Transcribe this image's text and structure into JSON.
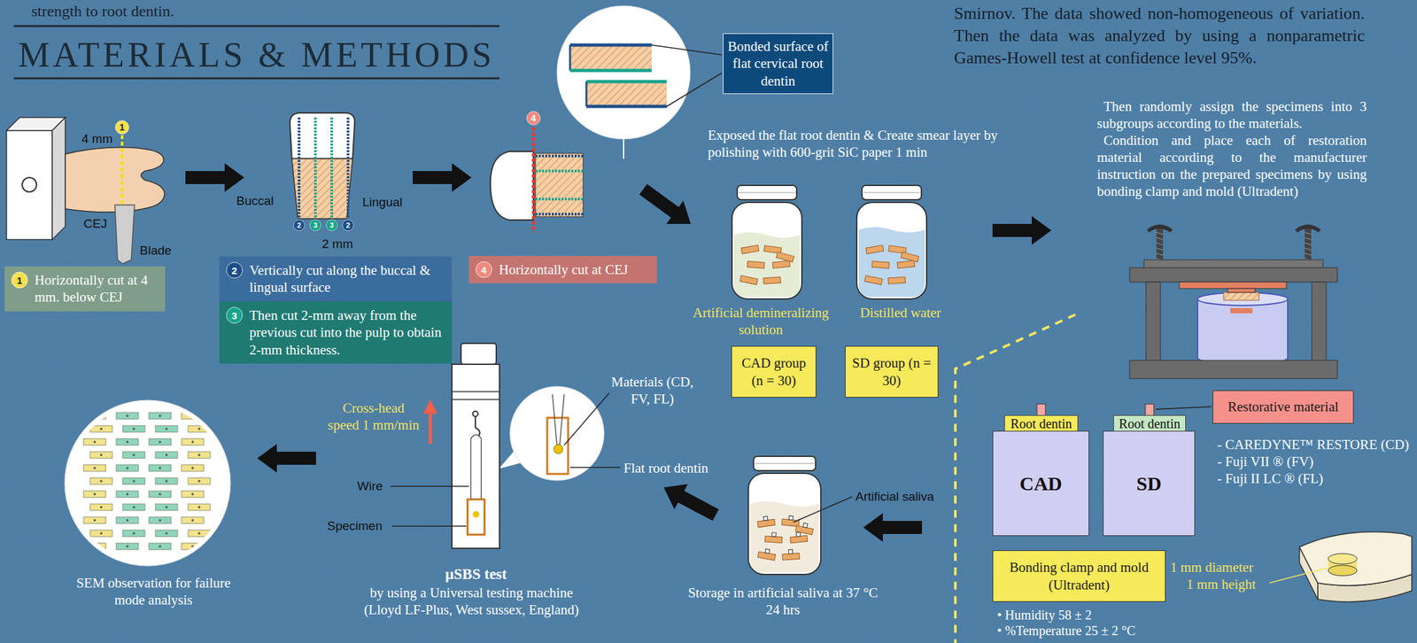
{
  "diagram": {
    "title": "MATERIALS & METHODS",
    "nodes": [
      {
        "text": [
          "1"
        ]
      },
      {
        "text": [
          "2"
        ]
      },
      {
        "text": [
          "3"
        ]
      },
      {
        "text": [
          "3"
        ]
      },
      {
        "text": [
          "2"
        ]
      },
      {
        "text": [
          "4"
        ]
      },
      {
        "text": [
          "Bonded surface of flat cervical root dentin"
        ]
      },
      {
        "text": [
          "Horizontally cut at 4 mm. below CEJ"
        ]
      },
      {
        "text": [
          "1"
        ],
        "in": 7
      },
      {
        "text": [
          "Vertically cut along the buccal & lingual surface"
        ]
      },
      {
        "text": [
          "2"
        ],
        "in": 9
      },
      {
        "text": [
          "Then cut 2-mm away from the previous cut into the pulp to obtain 2-mm thickness."
        ]
      },
      {
        "text": [
          "3"
        ],
        "in": 11
      },
      {
        "text": [
          "Horizontally cut at CEJ"
        ]
      },
      {
        "text": [
          "4"
        ],
        "in": 13
      },
      {
        "text": [
          "CAD group (n = 30)"
        ]
      },
      {
        "text": [
          "SD group (n = 30)"
        ]
      },
      {
        "text": [
          "Restorative material"
        ]
      },
      {
        "text": [
          "Root dentin"
        ]
      },
      {
        "text": [
          "CAD"
        ]
      },
      {
        "text": [
          "Root dentin"
        ]
      },
      {
        "text": [
          "SD"
        ]
      },
      {
        "text": [
          "Bonding clamp and mold (Ultradent)"
        ]
      }
    ],
    "labels": [
      "strength to root dentin.",
      "Smirnov. The data showed non-homogeneous of variation. Then the data was analyzed by using a nonparametric Games-Howell test at confidence level 95%.",
      "4 mm",
      "CEJ",
      "Blade",
      "Buccal",
      "Lingual",
      "2 mm",
      "Exposed the flat root dentin & Create smear layer by polishing with 600-grit SiC paper 1 min",
      "Artificial demineralizing solution",
      "Distilled water",
      "Then randomly assign the specimens into 3 subgroups according to the materials.",
      "Condition and place each of restoration material according to the manufacturer instruction on the prepared specimens by using bonding clamp and mold (Ultradent)",
      "- CAREDYNE™ RESTORE (CD)",
      "- Fuji VII ® (FV)",
      "- Fuji II LC ® (FL)",
      "1 mm diameter",
      "1 mm height",
      "• Humidity 58 ± 2",
      "• %Temperature 25 ± 2 °C",
      "Artificial saliva",
      "Storage in artificial saliva at 37 °C 24 hrs",
      "Materials (CD, FV, FL)",
      "Flat root dentin",
      "Cross-head speed 1 mm/min",
      "Wire",
      "Specimen",
      "µSBS test",
      "by using a Universal testing machine (Lloyd LF-Plus, West sussex, England)",
      "SEM observation for failure mode analysis"
    ]
  }
}
